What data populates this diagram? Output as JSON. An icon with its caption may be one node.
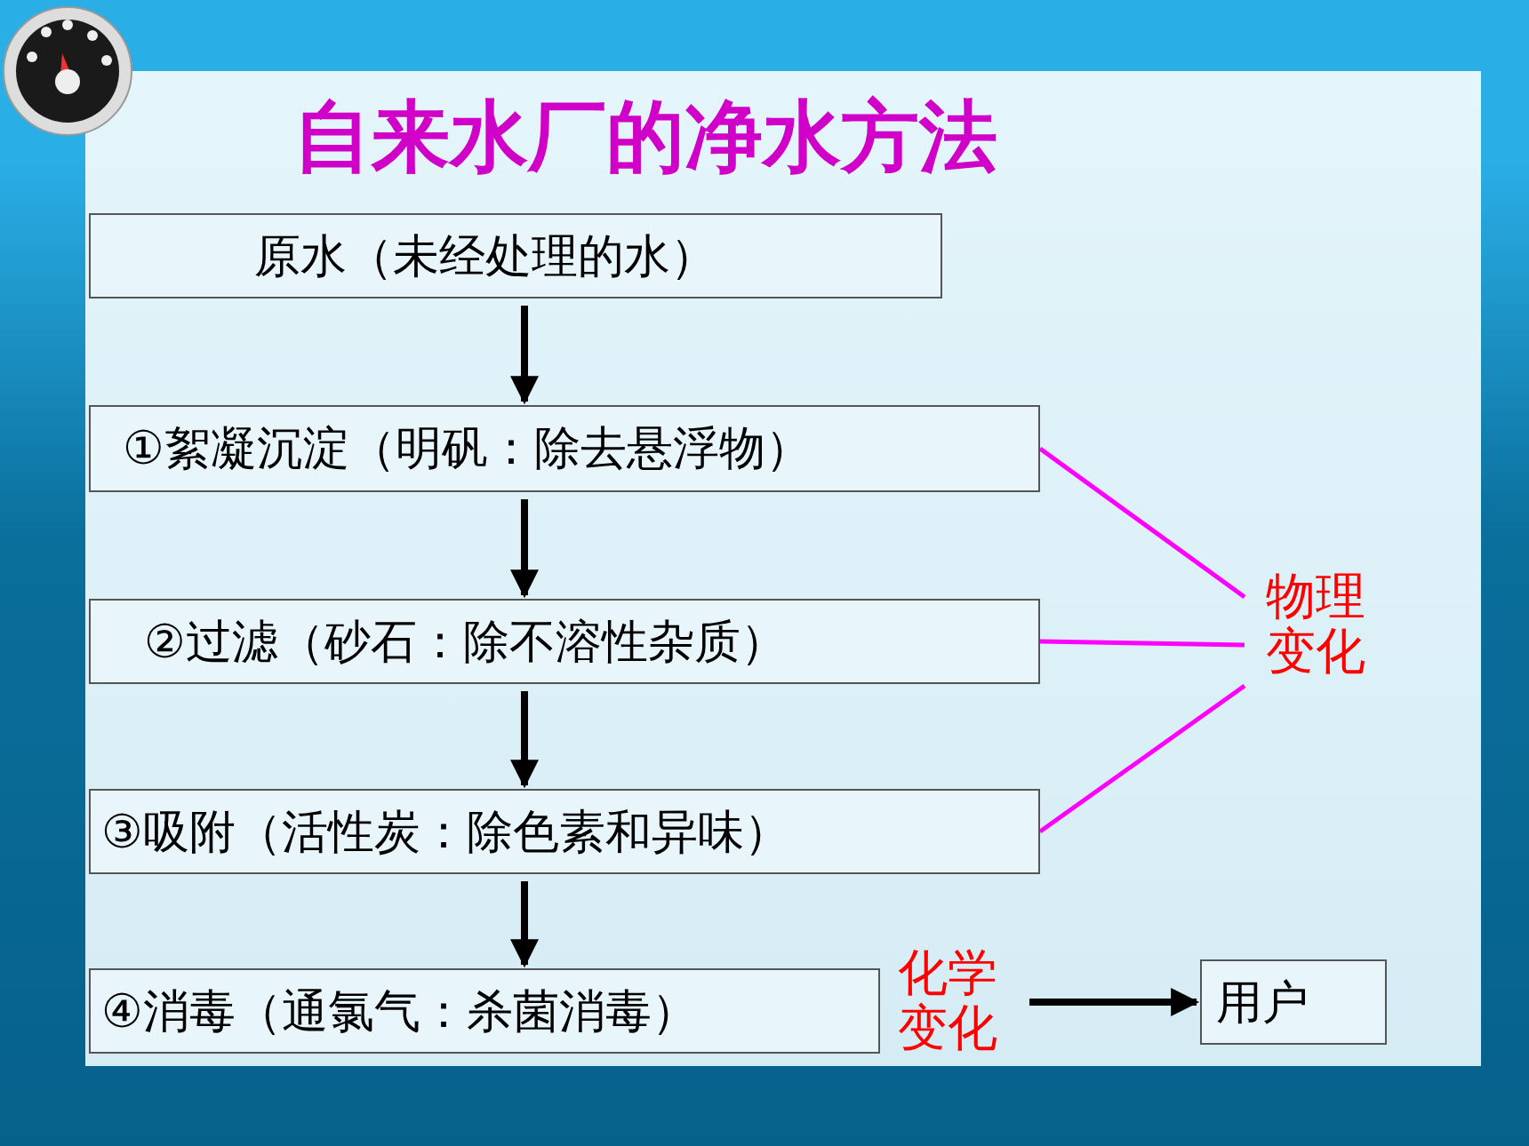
{
  "diagram": {
    "title": "自来水厂的净水方法",
    "nodes": [
      {
        "text": [
          "原水（未经处理的水）"
        ]
      },
      {
        "text": [
          "①絮凝沉淀（明矾：除去悬浮物）"
        ]
      },
      {
        "text": [
          "②过滤（砂石：除不溶性杂质）"
        ]
      },
      {
        "text": [
          "③吸附（活性炭：除色素和异味）"
        ]
      },
      {
        "text": [
          "④消毒（通氯气：杀菌消毒）"
        ]
      },
      {
        "text": [
          "物理变化"
        ]
      },
      {
        "text": [
          "化学变化"
        ]
      },
      {
        "text": [
          "用户"
        ]
      }
    ],
    "edges": [
      {
        "from": 0,
        "to": 1,
        "arrow": "to"
      },
      {
        "from": 1,
        "to": 2,
        "arrow": "to"
      },
      {
        "from": 2,
        "to": 3,
        "arrow": "to"
      },
      {
        "from": 3,
        "to": 4,
        "arrow": "to"
      },
      {
        "from": 1,
        "to": 5,
        "arrow": "none",
        "color": "#ff00ff"
      },
      {
        "from": 2,
        "to": 5,
        "arrow": "none",
        "color": "#ff00ff"
      },
      {
        "from": 3,
        "to": 5,
        "arrow": "none",
        "color": "#ff00ff"
      },
      {
        "from": 6,
        "to": 7,
        "arrow": "to"
      }
    ]
  }
}
